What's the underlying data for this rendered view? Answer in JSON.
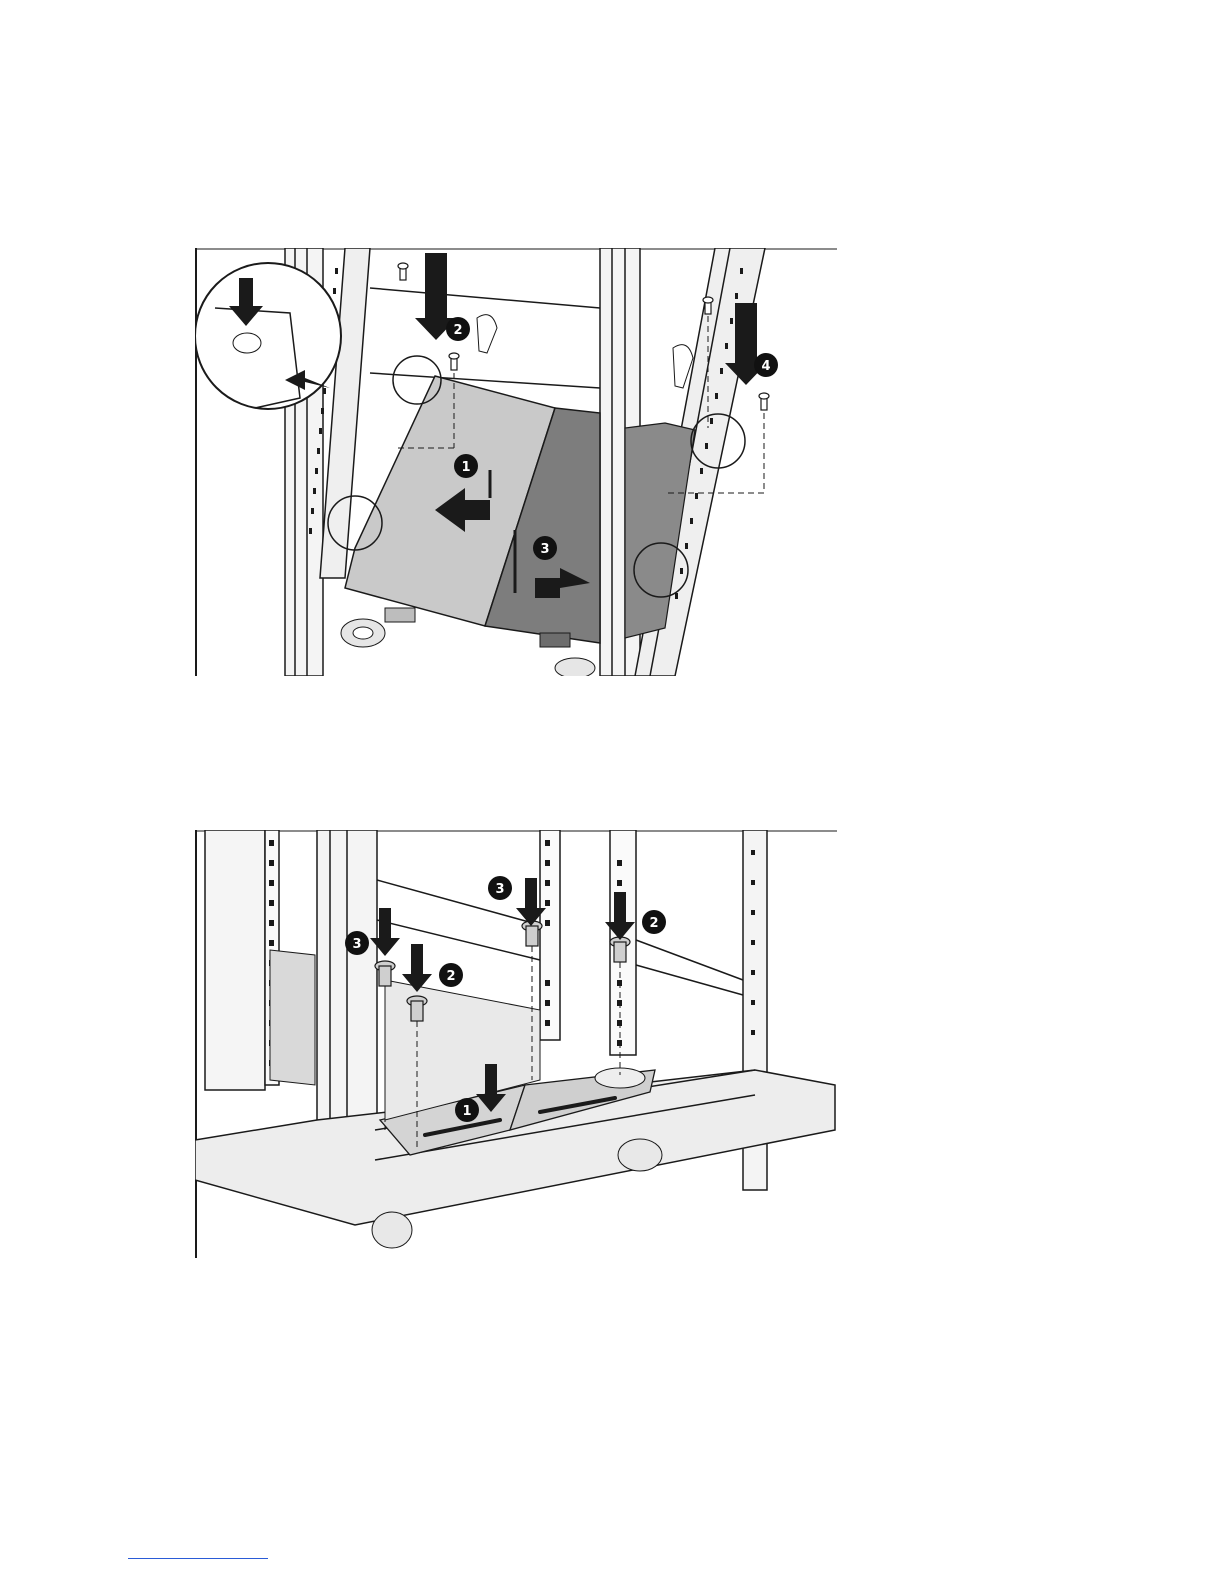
{
  "figure_1": {
    "callouts": [
      "1",
      "2",
      "3",
      "4"
    ]
  },
  "figure_2": {
    "callouts": [
      "1",
      "2",
      "2",
      "3",
      "3"
    ]
  },
  "colors": {
    "line": "#1a1a1a",
    "panel_light": "#c9c9c9",
    "panel_dark": "#7d7d7d",
    "link_rule": "#2a5bd7"
  }
}
